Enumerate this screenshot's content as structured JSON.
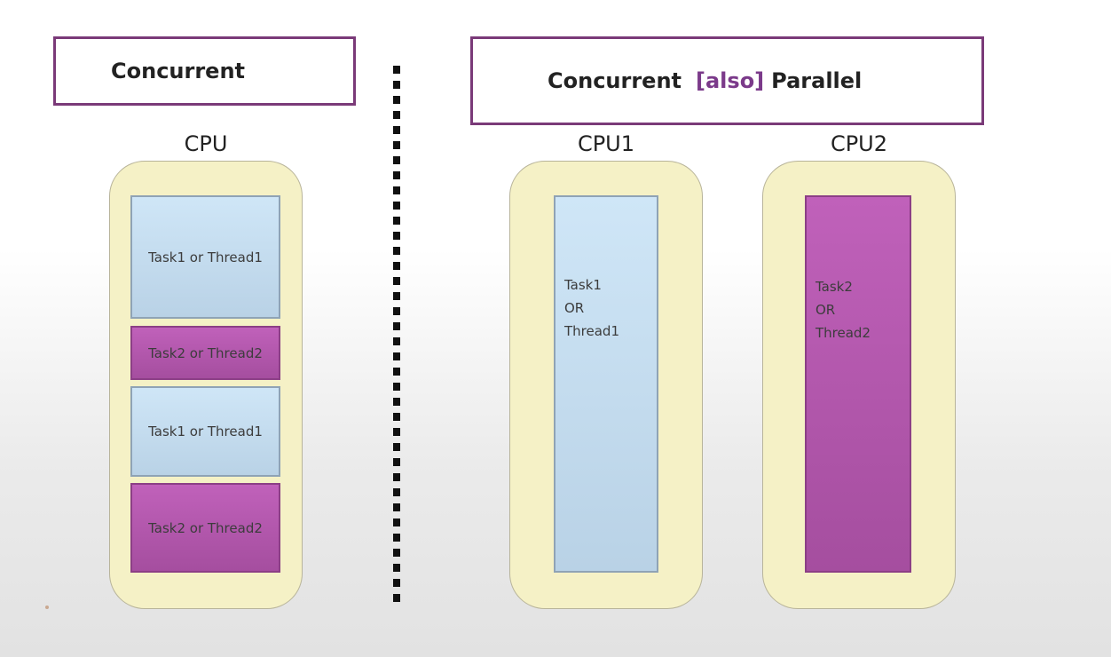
{
  "left": {
    "title": "Concurrent",
    "cpu_label": "CPU",
    "tasks": [
      {
        "label": "Task1 or Thread1",
        "color": "#cfe6f7"
      },
      {
        "label": "Task2 or Thread2",
        "color": "#b358ad"
      },
      {
        "label": "Task1 or Thread1",
        "color": "#cfe6f7"
      },
      {
        "label": "Task2 or Thread2",
        "color": "#b358ad"
      }
    ]
  },
  "right": {
    "title_part1": "Concurrent",
    "title_part2": "[also]",
    "title_part3": "Parallel",
    "cpus": [
      {
        "label": "CPU1",
        "task_lines": [
          "Task1",
          "OR",
          "Thread1"
        ],
        "color": "#cfe6f7"
      },
      {
        "label": "CPU2",
        "task_lines": [
          "Task2",
          "OR",
          "Thread2"
        ],
        "color": "#b358ad"
      }
    ]
  },
  "colors": {
    "title_border": "#7a3a78",
    "cpu_fill": "#f5f1c6",
    "task_blue": "#cfe6f7",
    "task_purple": "#b358ad"
  }
}
